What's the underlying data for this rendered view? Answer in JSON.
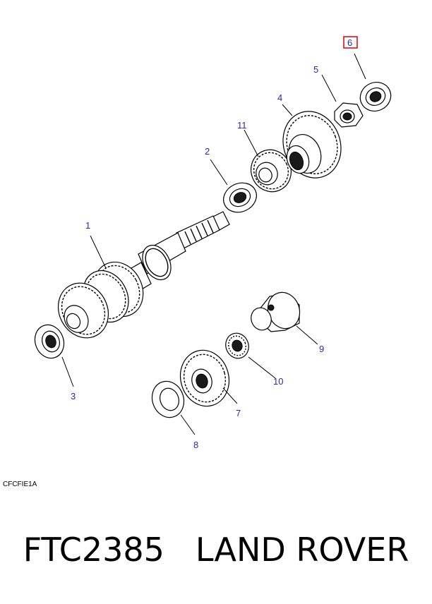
{
  "callouts": {
    "c1": "1",
    "c2": "2",
    "c3": "3",
    "c4": "4",
    "c5": "5",
    "c6": "6",
    "c7": "7",
    "c8": "8",
    "c9": "9",
    "c10": "10",
    "c11": "11"
  },
  "highlighted_callout": "6",
  "highlight_color": "#e00000",
  "callout_color": "#2a2ab0",
  "diagram_code": "CFCFIE1A",
  "footer": {
    "part_number": "FTC2385",
    "brand": "LAND ROVER"
  }
}
